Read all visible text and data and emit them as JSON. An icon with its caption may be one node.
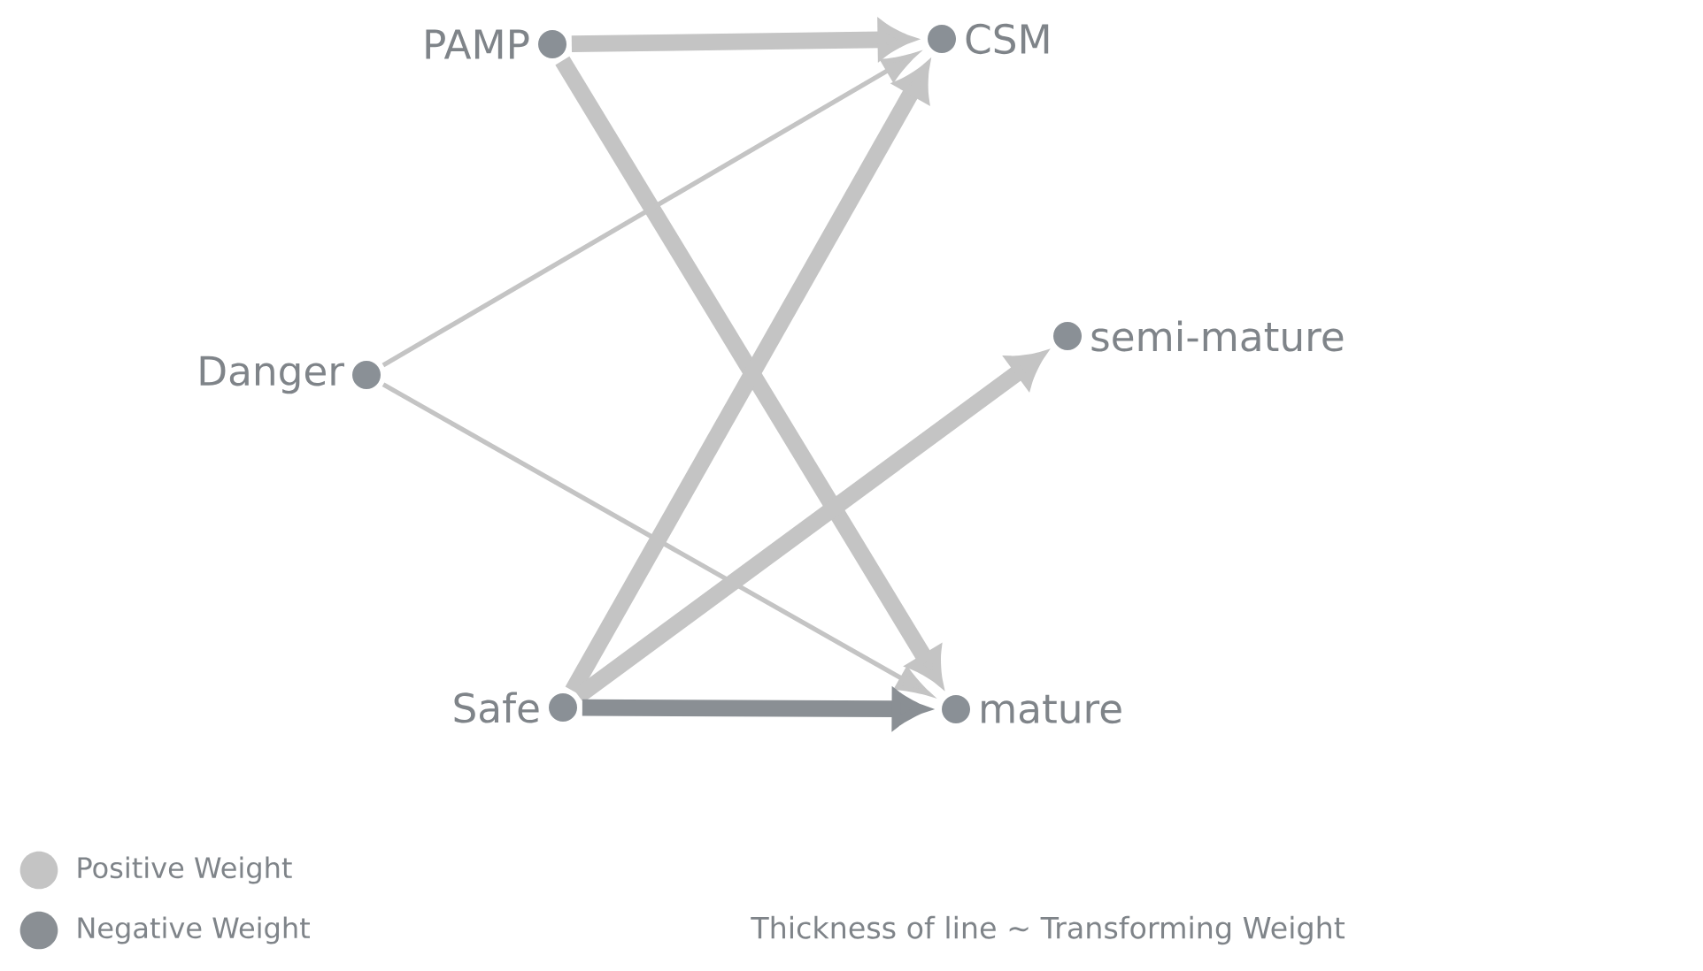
{
  "diagram": {
    "nodes": [
      {
        "text": [
          "PAMP"
        ]
      },
      {
        "text": [
          "CSM"
        ]
      },
      {
        "text": [
          "Danger"
        ]
      },
      {
        "text": [
          "semi-mature"
        ]
      },
      {
        "text": [
          "Safe"
        ]
      },
      {
        "text": [
          "mature"
        ]
      }
    ],
    "edges": [
      {
        "from": 0,
        "to": 1,
        "arrow": "to"
      },
      {
        "from": 0,
        "to": 5,
        "arrow": "to"
      },
      {
        "from": 2,
        "to": 1,
        "arrow": "to"
      },
      {
        "from": 2,
        "to": 5,
        "arrow": "to"
      },
      {
        "from": 4,
        "to": 1,
        "arrow": "to"
      },
      {
        "from": 4,
        "to": 3,
        "arrow": "to"
      },
      {
        "from": 4,
        "to": 5,
        "arrow": "to",
        "color": "#8a8f94"
      }
    ],
    "labels": [
      "Thickness of line ~ Transforming Weight"
    ],
    "legend": [
      {
        "text": "Positive Weight",
        "color": "#c4c4c4"
      },
      {
        "text": "Negative Weight",
        "color": "#8a8f94"
      }
    ]
  }
}
